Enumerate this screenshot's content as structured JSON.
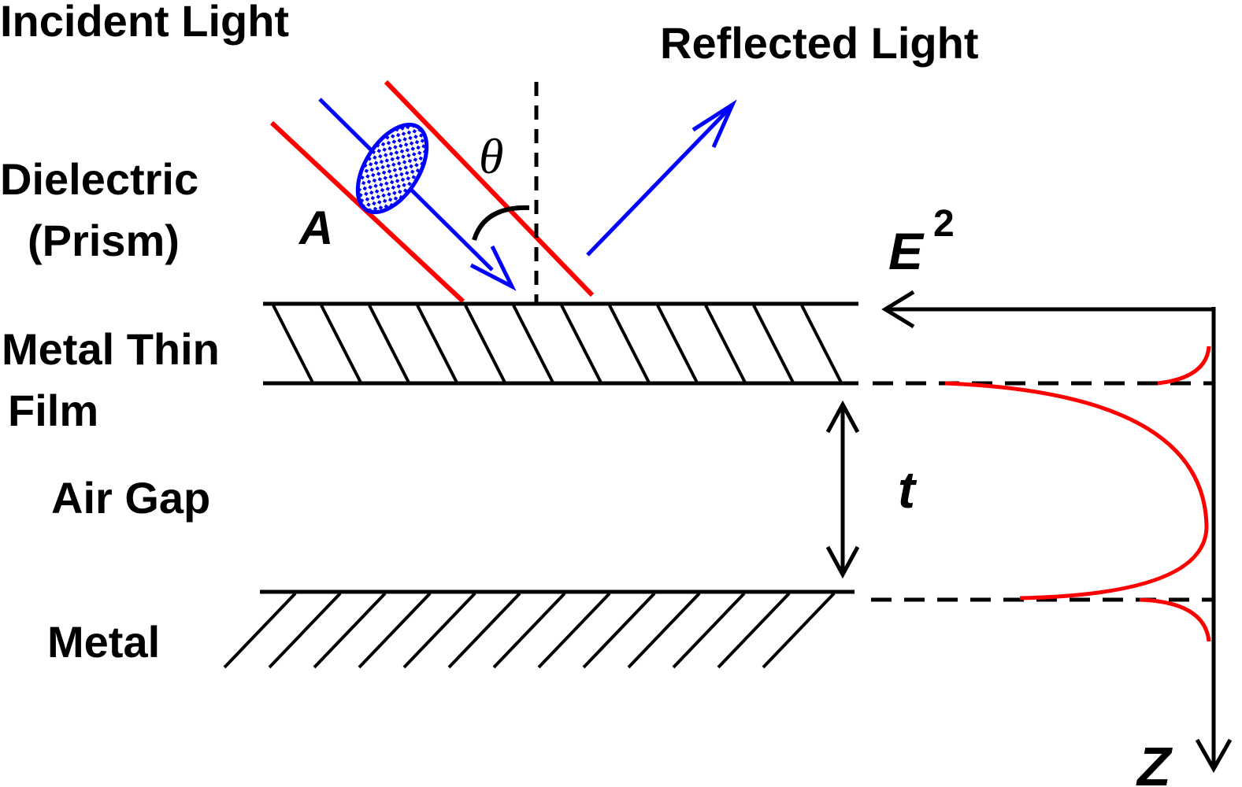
{
  "labels": {
    "incident_light": "Incident Light",
    "reflected_light": "Reflected Light",
    "dielectric_line1": "Dielectric",
    "dielectric_line2": "(Prism)",
    "metal_thin_film_line1": "Metal Thin",
    "metal_thin_film_line2": "Film",
    "air_gap": "Air Gap",
    "metal": "Metal",
    "amplitude_symbol": "A",
    "angle_symbol": "θ",
    "field_symbol": "E",
    "field_exponent": "2",
    "gap_thickness_symbol": "t",
    "depth_axis_symbol": "Z"
  },
  "colors": {
    "beam_edge": "#ff0000",
    "ray": "#0000ff",
    "structure": "#000000",
    "field_profile": "#ff0000"
  }
}
